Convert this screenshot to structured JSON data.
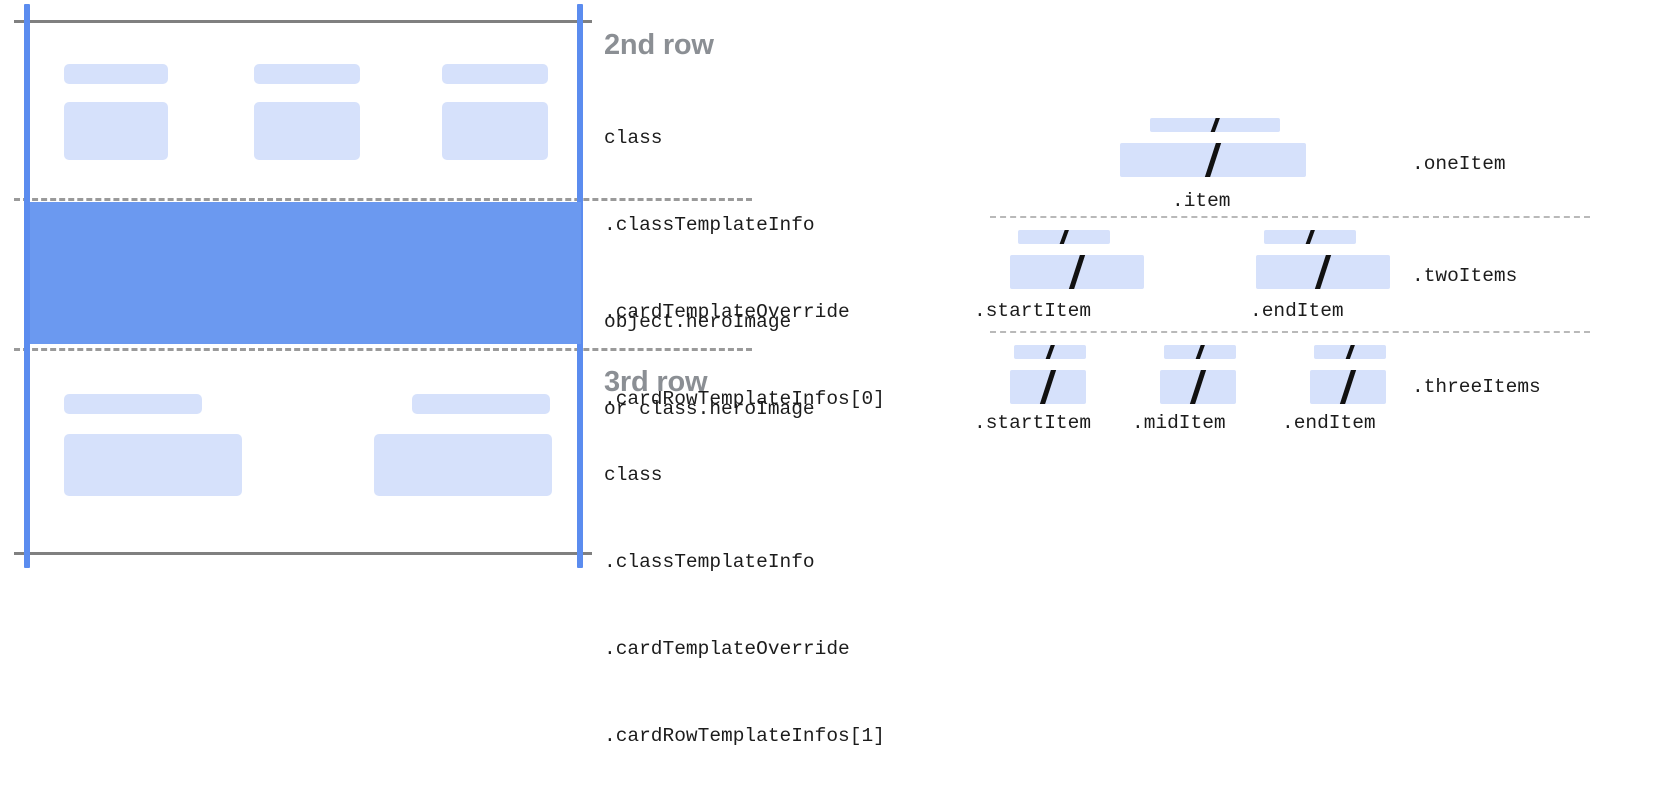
{
  "colors": {
    "guide_blue": "#5b8cef",
    "hero_blue": "#6b99f0",
    "placeholder_blue": "#d6e1fb",
    "heading_grey": "#8b8f94",
    "rule_grey": "#808080",
    "dash_grey": "#9a9a9a",
    "mono_text": "#1c1c1c"
  },
  "left_diagram": {
    "rows": [
      {
        "heading": "2nd row",
        "code_lines": [
          "class",
          ".classTemplateInfo",
          ".cardTemplateOverride",
          ".cardRowTemplateInfos[0]"
        ]
      },
      {
        "heading": "",
        "code_lines": [
          "object.heroImage",
          "or class.heroImage"
        ]
      },
      {
        "heading": "3rd row",
        "code_lines": [
          "class",
          ".classTemplateInfo",
          ".cardTemplateOverride",
          ".cardRowTemplateInfos[1]"
        ]
      }
    ]
  },
  "right_diagram": {
    "groups": [
      {
        "name": ".oneItem",
        "items": [
          {
            "caption": ".item"
          }
        ]
      },
      {
        "name": ".twoItems",
        "items": [
          {
            "caption": ".startItem"
          },
          {
            "caption": ".endItem"
          }
        ]
      },
      {
        "name": ".threeItems",
        "items": [
          {
            "caption": ".startItem"
          },
          {
            "caption": ".midItem"
          },
          {
            "caption": ".endItem"
          }
        ]
      }
    ]
  }
}
